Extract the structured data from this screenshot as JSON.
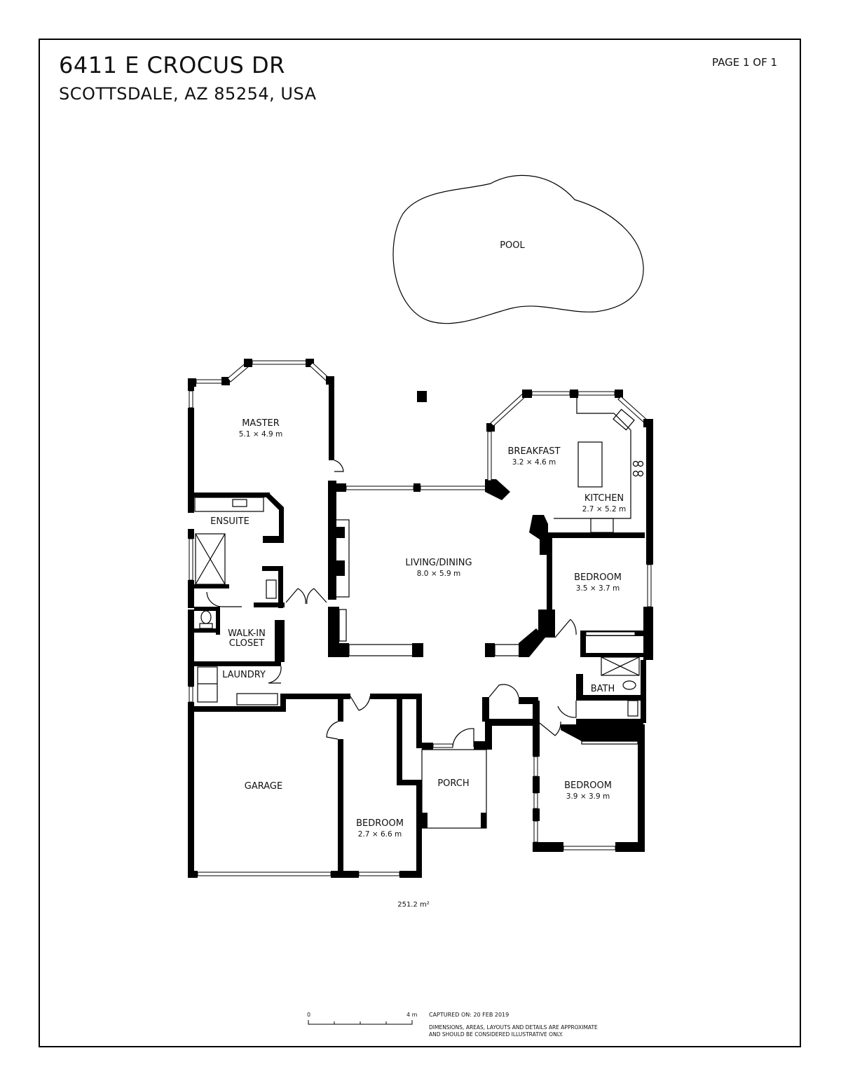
{
  "header": {
    "address": "6411 E CROCUS DR",
    "city": "SCOTTSDALE, AZ 85254, USA",
    "page": "PAGE 1 OF 1"
  },
  "rooms": {
    "pool": {
      "name": "POOL"
    },
    "master": {
      "name": "MASTER",
      "dims": "5.1 × 4.9 m"
    },
    "ensuite": {
      "name": "ENSUITE"
    },
    "walkin": {
      "name_line1": "WALK-IN",
      "name_line2": "CLOSET"
    },
    "laundry": {
      "name": "LAUNDRY"
    },
    "garage": {
      "name": "GARAGE"
    },
    "living": {
      "name": "LIVING/DINING",
      "dims": "8.0 × 5.9 m"
    },
    "breakfast": {
      "name": "BREAKFAST",
      "dims": "3.2 × 4.6 m"
    },
    "kitchen": {
      "name": "KITCHEN",
      "dims": "2.7 × 5.2 m"
    },
    "bedroom_ne": {
      "name": "BEDROOM",
      "dims": "3.5 × 3.7 m"
    },
    "bath": {
      "name": "BATH"
    },
    "bedroom_sw": {
      "name": "BEDROOM",
      "dims": "2.7 × 6.6 m"
    },
    "porch": {
      "name": "PORCH"
    },
    "bedroom_se": {
      "name": "BEDROOM",
      "dims": "3.9 × 3.9 m"
    }
  },
  "footer": {
    "total_area": "251.2 m²",
    "scale_start": "0",
    "scale_end": "4 m",
    "captured": "CAPTURED ON: 20 FEB 2019",
    "disclaimer_line1": "DIMENSIONS, AREAS, LAYOUTS AND DETAILS ARE APPROXIMATE",
    "disclaimer_line2": "AND SHOULD BE CONSIDERED ILLUSTRATIVE ONLY."
  }
}
